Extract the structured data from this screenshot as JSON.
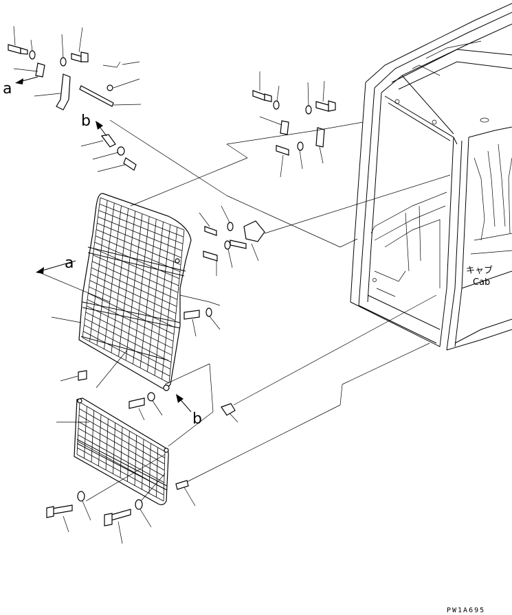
{
  "labels": {
    "a_top": "a",
    "a_mid": "a",
    "b_top": "b",
    "b_bottom": "b",
    "cab_jp": "キャブ",
    "cab_en": "Cab",
    "drawing_code": "PW1A695"
  },
  "colors": {
    "line": "#000000",
    "background": "#ffffff"
  }
}
